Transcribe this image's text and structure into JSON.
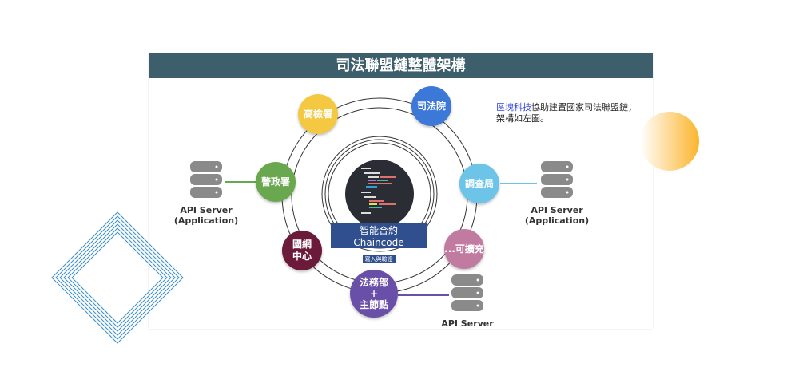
{
  "title": "司法聯盟鏈整體架構",
  "note": {
    "highlight": "區塊科技",
    "text": "協助建置國家司法聯盟鏈，",
    "line2": "架構如左圖。"
  },
  "chaincode": {
    "title": "智能合約 Chaincode",
    "subtitle": "寫入與驗證"
  },
  "nodes": [
    {
      "label": "高檢署",
      "color": "#f5c842"
    },
    {
      "label": "司法院",
      "color": "#3b78d8"
    },
    {
      "label": "警政署",
      "color": "#6aa84f"
    },
    {
      "label": "調查局",
      "color": "#6cc4e8"
    },
    {
      "label": "國網\n中心",
      "color": "#6b1a3a"
    },
    {
      "label": "...可擴充",
      "color": "#c27ba0"
    },
    {
      "label": "法務部\n+\n主節點",
      "color": "#6a4fa8"
    }
  ],
  "servers": [
    {
      "label": "API Server",
      "sub": "(Application)"
    },
    {
      "label": "API Server",
      "sub": "(Application)"
    },
    {
      "label": "API Server"
    }
  ]
}
